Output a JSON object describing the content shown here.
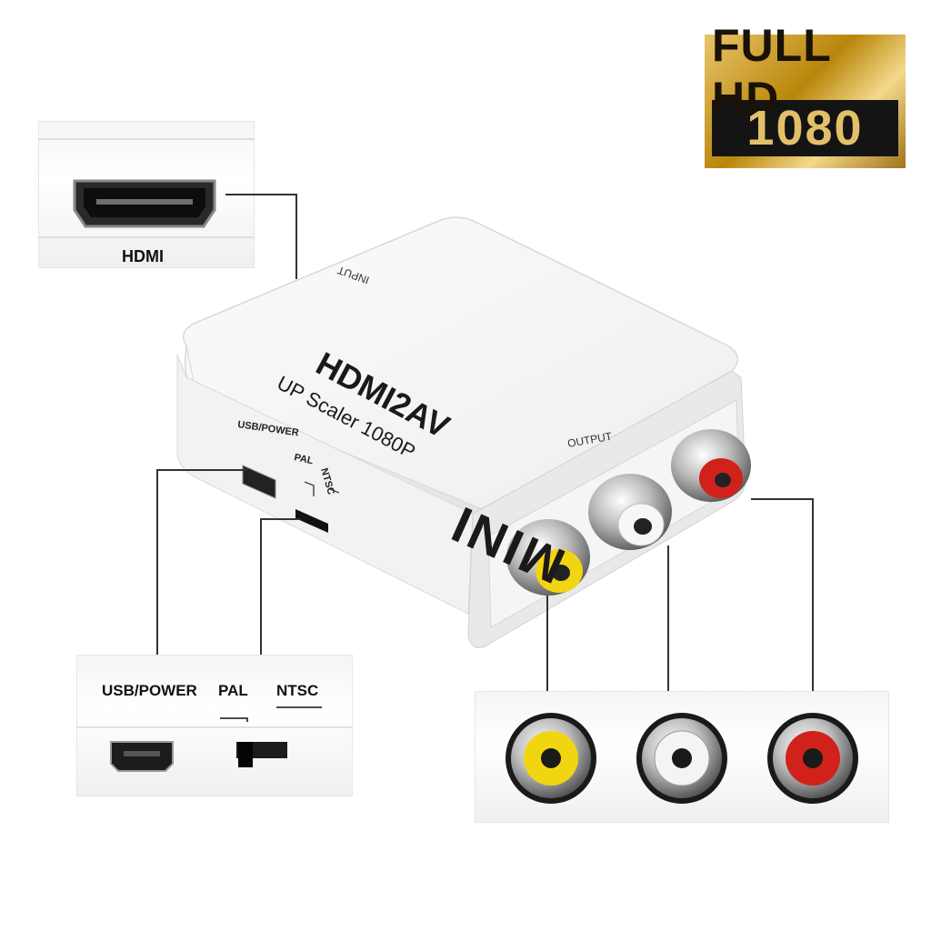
{
  "badge": {
    "line1": "FULL HD",
    "line2": "1080"
  },
  "hdmi_panel": {
    "label": "HDMI"
  },
  "device": {
    "brand": "MINI",
    "model": "HDMI2AV",
    "tagline": "UP Scaler 1080P",
    "input_label": "INPUT",
    "output_label": "OUTPUT",
    "usb_label": "USB/POWER",
    "pal_label": "PAL",
    "ntsc_label": "NTSC"
  },
  "power_panel": {
    "usb_label": "USB/POWER",
    "pal_label": "PAL",
    "ntsc_label": "NTSC"
  },
  "rca_colors": {
    "yellow": "#f2d511",
    "white": "#f4f4f4",
    "red": "#d0221a"
  }
}
